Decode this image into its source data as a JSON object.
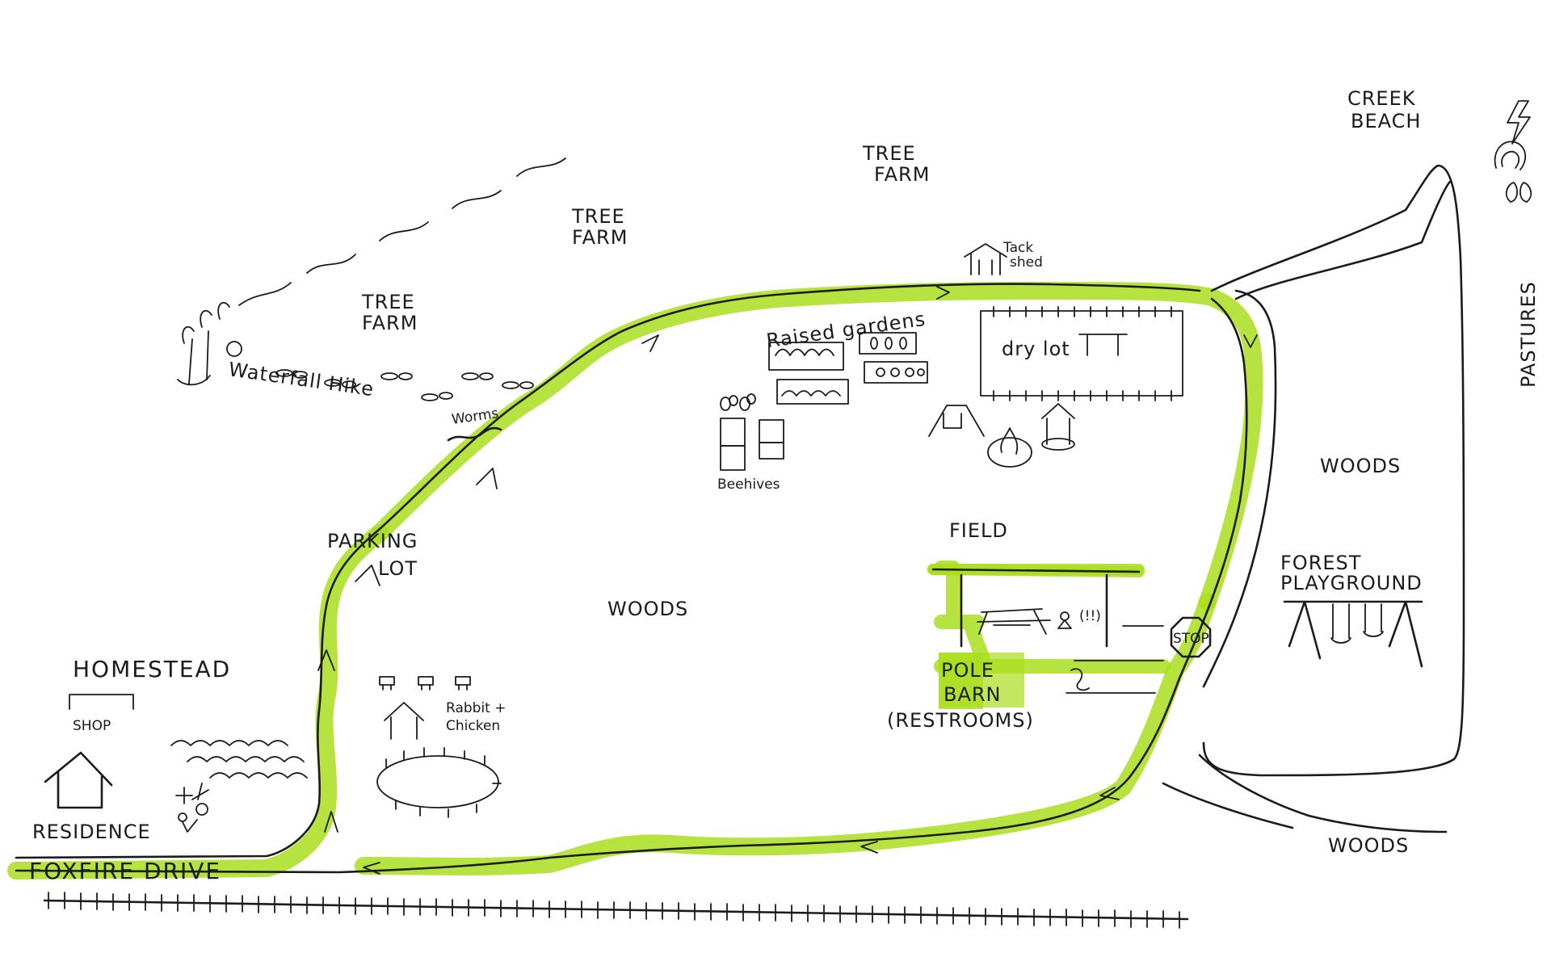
{
  "colors": {
    "route_highlight": "#a9de1d",
    "ink": "#1b1b1b",
    "paper": "#ffffff"
  },
  "labels": {
    "creek_beach": [
      "CREEK",
      "BEACH"
    ],
    "tree_farm_top": [
      "TREE",
      "FARM"
    ],
    "tree_farm_mid": [
      "TREE",
      "FARM"
    ],
    "tree_farm_left": [
      "TREE",
      "FARM"
    ],
    "tack_shed": [
      "Tack",
      "shed"
    ],
    "raised_gardens": "Raised gardens",
    "dry_lot": "dry lot",
    "waterfall_hike": "Waterfall Hike",
    "worms": "Worms",
    "beehives": "Beehives",
    "parking_lot": [
      "PARKING",
      "LOT"
    ],
    "field": "FIELD",
    "woods_center": "WOODS",
    "woods_right": "WOODS",
    "woods_bottom": "WOODS",
    "pastures": "PASTURES",
    "forest_playground": [
      "FOREST",
      "PLAYGROUND"
    ],
    "stop_sign": "STOP",
    "pole_barn": [
      "POLE",
      "BARN"
    ],
    "restrooms": "(RESTROOMS)",
    "homestead": "HOMESTEAD",
    "shop": "SHOP",
    "residence": "RESIDENCE",
    "rabbit_chicken": [
      "Rabbit +",
      "Chicken"
    ],
    "foxfire_drive": "FOXFIRE DRIVE",
    "restroom_sign": "(!!)"
  },
  "icons": [
    "lightning-icon",
    "horseshoe-icon",
    "hoofprint-icon",
    "shed-icon",
    "raised-bed-icon",
    "fence-icon",
    "swing-icon",
    "campfire-icon",
    "well-icon",
    "bee-icon",
    "beehive-icon",
    "worm-icon",
    "footprint-icon",
    "waterfall-icon",
    "picnic-table-icon",
    "stop-sign-icon",
    "swing-set-icon",
    "house-icon",
    "shop-icon",
    "garden-rows-icon",
    "flower-icon",
    "coop-icon",
    "pen-icon",
    "railroad-icon"
  ]
}
